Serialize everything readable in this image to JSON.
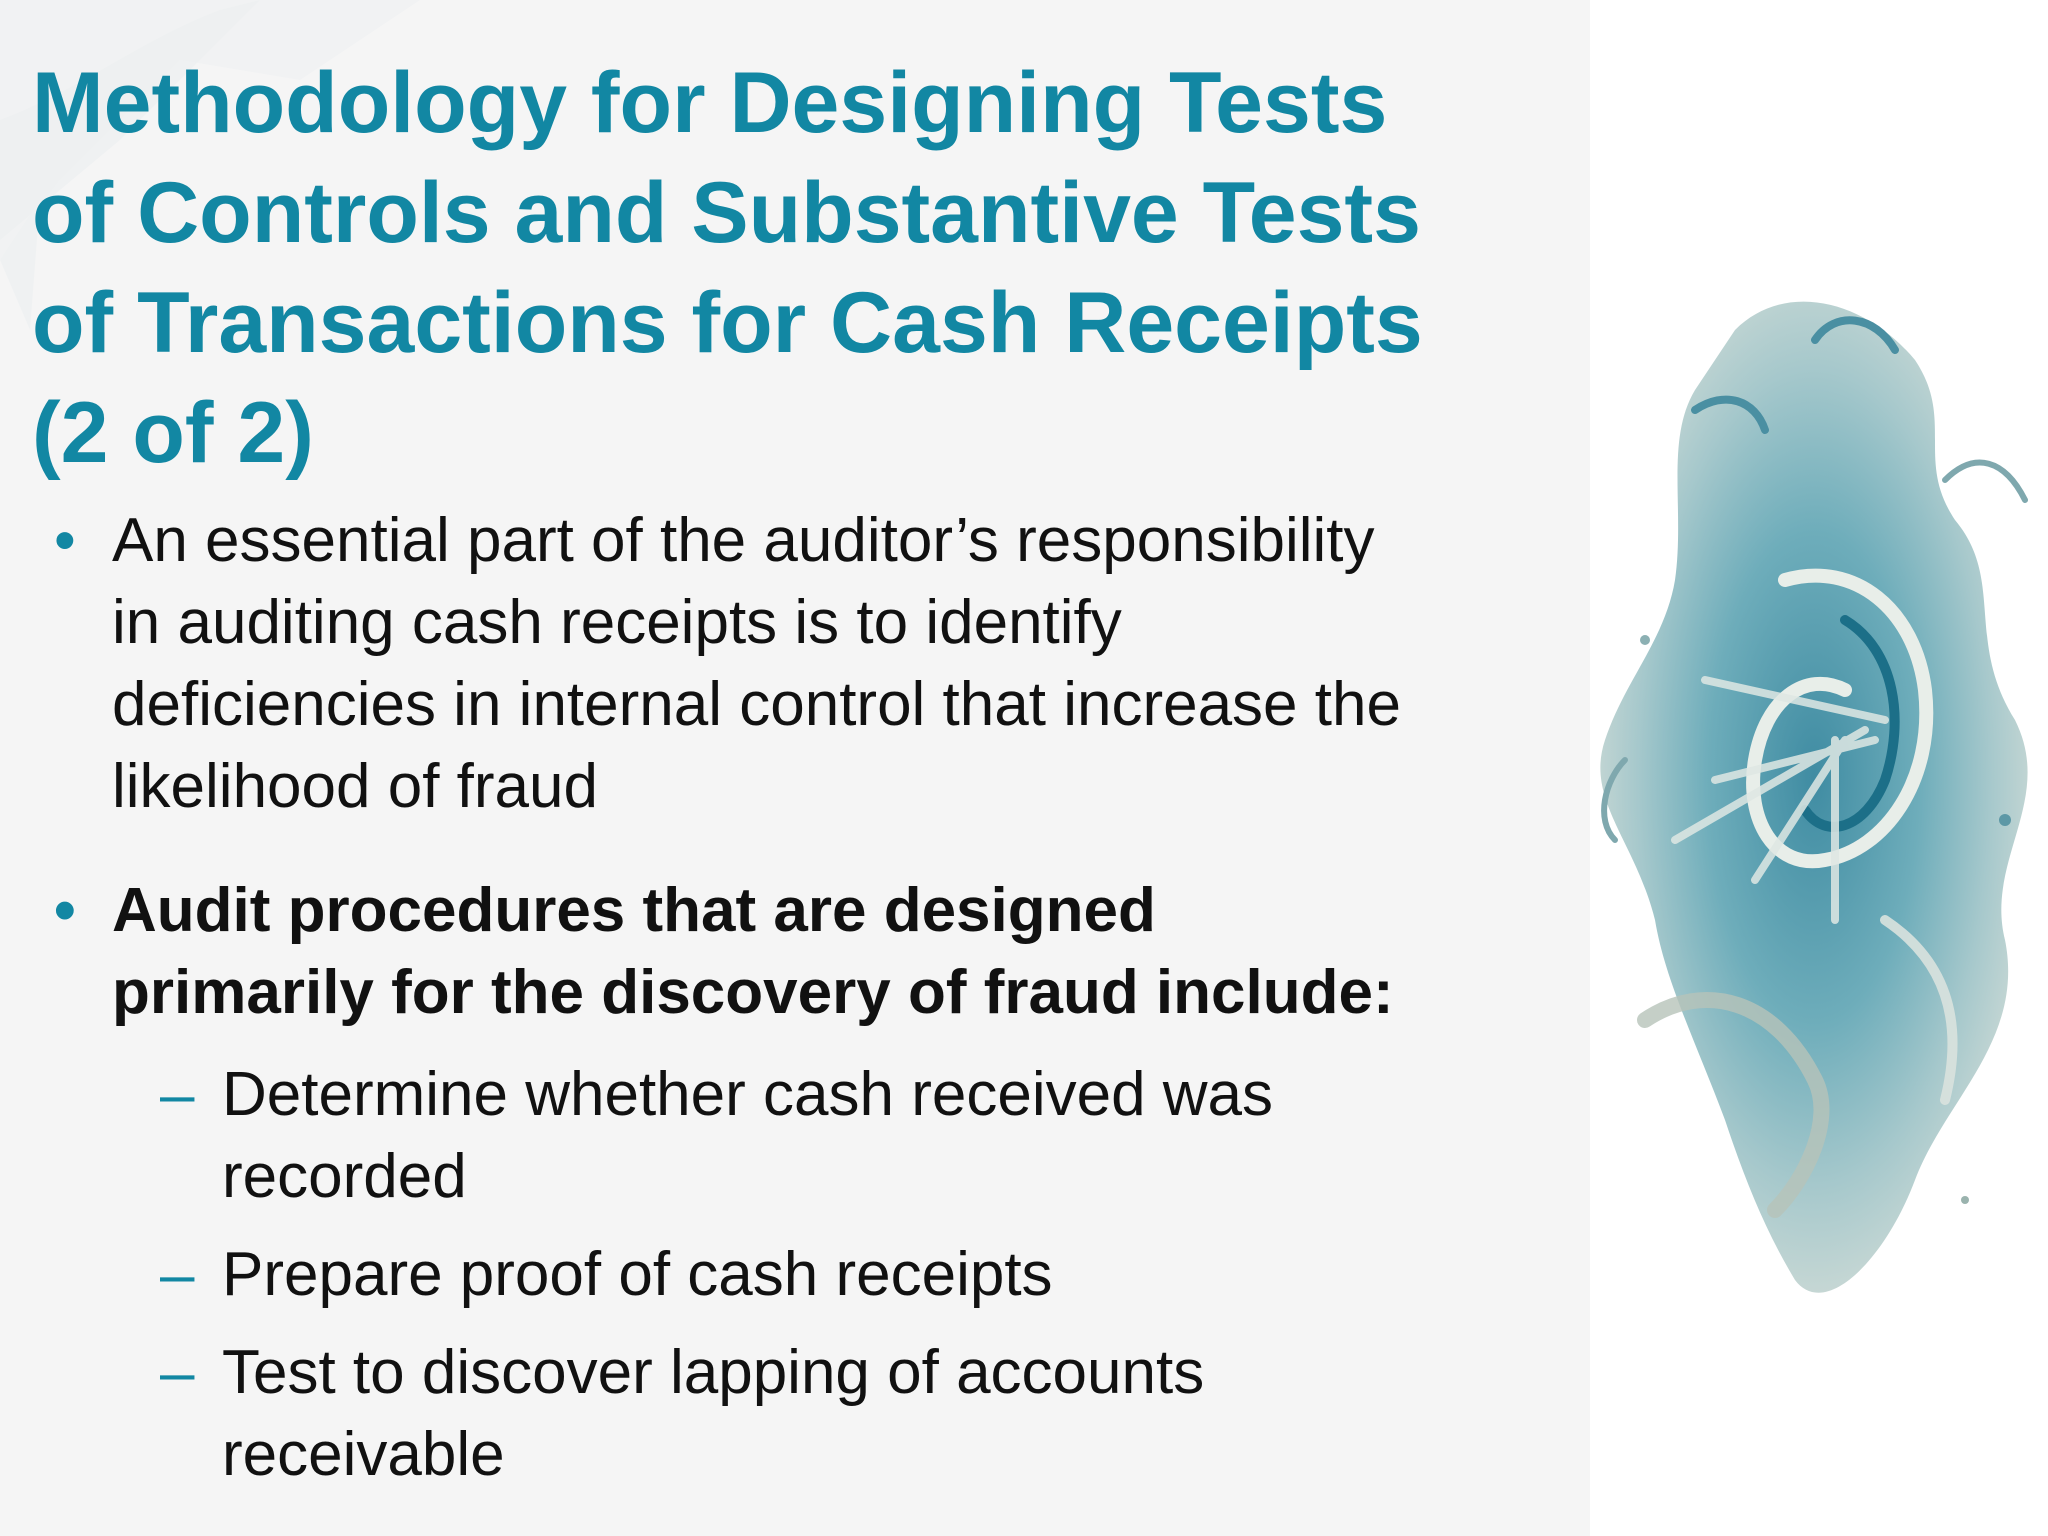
{
  "slide": {
    "title_lines": [
      "Methodology for Designing Tests",
      "of Controls and Substantive Tests",
      "of Transactions for Cash Receipts",
      "(2 of 2)"
    ],
    "bullets": [
      {
        "marker": "•",
        "lines": [
          "An essential part of the auditor’s responsibility",
          "in auditing cash receipts is to identify",
          "deficiencies in internal control that increase the",
          "likelihood of fraud"
        ]
      },
      {
        "marker": "•",
        "lines": [
          "Audit procedures that are designed",
          "primarily for the discovery of fraud include:"
        ]
      }
    ],
    "sub_bullets": [
      {
        "marker": "–",
        "lines": [
          "Determine whether cash received was",
          "recorded"
        ]
      },
      {
        "marker": "–",
        "lines": [
          "Prepare proof of cash receipts"
        ]
      },
      {
        "marker": "–",
        "lines": [
          "Test to discover lapping of accounts",
          "receivable"
        ]
      }
    ]
  },
  "colors": {
    "accent": "#1287a3",
    "text": "#111111",
    "panel": "#f5f5f5",
    "background": "#ffffff"
  },
  "icons": {
    "decoration": "abstract-shell-painting"
  }
}
